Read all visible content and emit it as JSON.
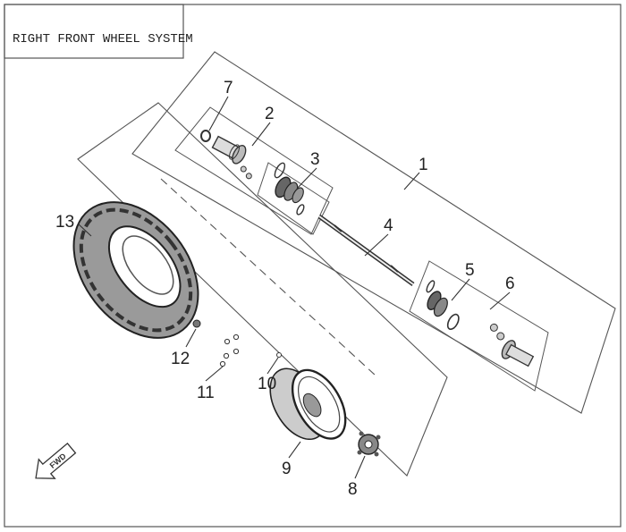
{
  "title": "RIGHT FRONT WHEEL SYSTEM",
  "callouts": [
    {
      "label": "1",
      "part": "front-drive-shaft-assembly"
    },
    {
      "label": "2",
      "part": "inner-cv-joint-kit"
    },
    {
      "label": "3",
      "part": "inner-boot-kit"
    },
    {
      "label": "4",
      "part": "axle-shaft"
    },
    {
      "label": "5",
      "part": "outer-boot-kit"
    },
    {
      "label": "6",
      "part": "outer-cv-joint-kit"
    },
    {
      "label": "7",
      "part": "circlip"
    },
    {
      "label": "8",
      "part": "wheel-hub"
    },
    {
      "label": "9",
      "part": "rim"
    },
    {
      "label": "10",
      "part": "valve"
    },
    {
      "label": "11",
      "part": "wheel-nuts-and-studs"
    },
    {
      "label": "12",
      "part": "hub-nut"
    },
    {
      "label": "13",
      "part": "tire"
    }
  ],
  "direction_badge": "FWD",
  "colors": {
    "line": "#444444",
    "border": "#555555",
    "background": "#ffffff"
  }
}
